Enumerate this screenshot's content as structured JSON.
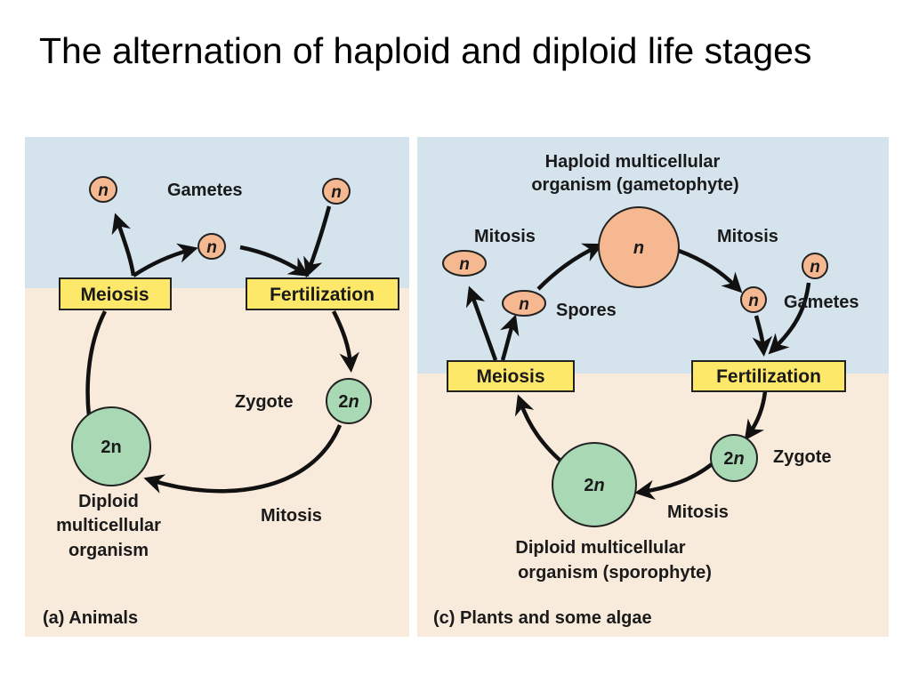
{
  "title": "The alternation of haploid and diploid life stages",
  "colors": {
    "haploid_bg": "#d5e3ec",
    "diploid_bg": "#f8ebdb",
    "label_box": "#fde86a",
    "haploid_cell": "#f6b890",
    "diploid_cell": "#a9d8b4",
    "arrow": "#111111"
  },
  "panel_a": {
    "caption": "(a) Animals",
    "gametes_label": "Gametes",
    "cell_n": "n",
    "meiosis_label": "Meiosis",
    "fertilization_label": "Fertilization",
    "zygote_label": "Zygote",
    "zygote_2": "2",
    "zygote_n": "n",
    "diploid_cell_label": "2n",
    "organism_line1": "Diploid",
    "organism_line2": "multicellular",
    "organism_line3": "organism",
    "mitosis_label": "Mitosis"
  },
  "panel_c": {
    "caption": "(c) Plants and some algae",
    "haploid_title_line1": "Haploid multicellular",
    "haploid_title_line2": "organism (gametophyte)",
    "cell_n": "n",
    "mitosis_left_label": "Mitosis",
    "mitosis_right_label": "Mitosis",
    "spores_label": "Spores",
    "gametes_label": "Gametes",
    "meiosis_label": "Meiosis",
    "fertilization_label": "Fertilization",
    "zygote_label": "Zygote",
    "zygote_2": "2",
    "zygote_n": "n",
    "sporophyte_2": "2",
    "sporophyte_n": "n",
    "mitosis_bottom_label": "Mitosis",
    "diploid_title_line1": "Diploid multicellular",
    "diploid_title_line2": "organism (sporophyte)"
  }
}
